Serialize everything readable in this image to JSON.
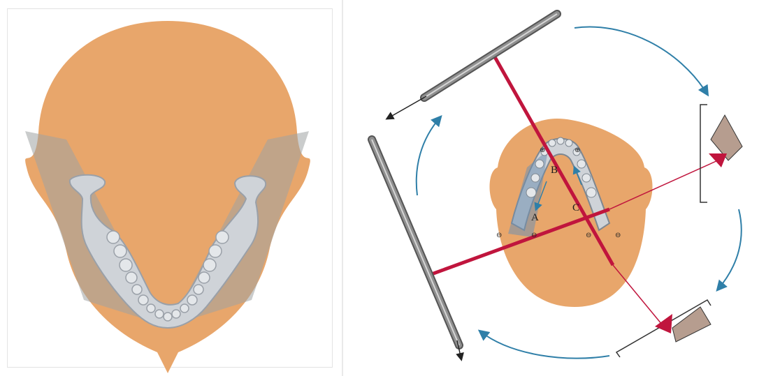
{
  "labels": {
    "point_a": "A",
    "point_b": "B",
    "point_c": "C"
  },
  "signs": {
    "minus": "⊖",
    "plus": "⊕"
  },
  "colors": {
    "skin": "#e8a66b",
    "bone": "#cfd3d8",
    "bone_edge": "#9aa0a8",
    "beam": "#c0153d",
    "rotation_arrow": "#2f7fa8",
    "projection_shadow": "#9fa2a3",
    "film_cassette": "#8f8f8f",
    "tube_head": "#b69d8f"
  }
}
